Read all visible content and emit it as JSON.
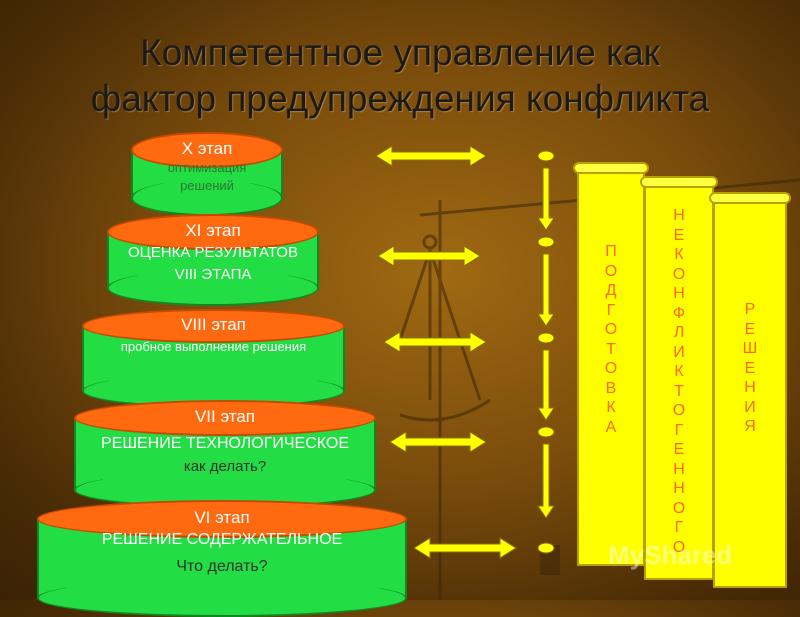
{
  "title": {
    "line1": "Компетентное управление как",
    "line2": "фактор предупреждения конфликта"
  },
  "stages": [
    {
      "stage": "X этап",
      "line1": "оптимизация",
      "line2": "решений"
    },
    {
      "stage": "XI этап",
      "line1": "ОЦЕНКА РЕЗУЛЬТАТОВ",
      "line2": "VIII ЭТАПА"
    },
    {
      "stage": "VIII этап",
      "line1": "пробное выполнение решения",
      "line2": ""
    },
    {
      "stage": "VII этап",
      "line1": "РЕШЕНИЕ ТЕХНОЛОГИЧЕСКОЕ",
      "line2": "как делать?"
    },
    {
      "stage": "VI этап",
      "line1": "РЕШЕНИЕ СОДЕРЖАТЕЛЬНОЕ",
      "line2": "Что делать?"
    }
  ],
  "scrolls": [
    {
      "text": "П\nО\nД\nГ\nО\nТ\nО\nВ\nК\nА"
    },
    {
      "text": "Н\nЕ\nК\nО\nН\nФ\nЛ\nИ\nК\nТ\nО\nГ\nЕ\nН\nН\nО\nГ\nО"
    },
    {
      "text": "Р\nЕ\nШ\nЕ\nН\nИ\nЯ"
    }
  ],
  "watermark": "MyShared",
  "colors": {
    "cylinder_body": "#22dd44",
    "cylinder_top": "#ff6a10",
    "arrow": "#ffff00",
    "scroll": "#ffff00",
    "scroll_text": "#ff6a10"
  }
}
